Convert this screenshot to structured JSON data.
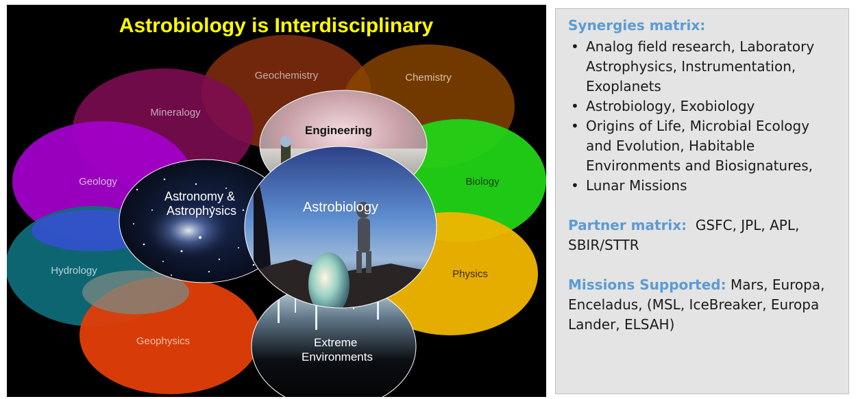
{
  "diagram": {
    "title": "Astrobiology is Interdisciplinary",
    "disciplines": [
      {
        "key": "geochemistry",
        "label": "Geochemistry"
      },
      {
        "key": "chemistry",
        "label": "Chemistry"
      },
      {
        "key": "mineralogy",
        "label": "Mineralogy"
      },
      {
        "key": "engineering",
        "label": "Engineering"
      },
      {
        "key": "geology",
        "label": "Geology"
      },
      {
        "key": "biology",
        "label": "Biology"
      },
      {
        "key": "astronomy",
        "label": "Astronomy & Astrophysics"
      },
      {
        "key": "astrobiology",
        "label": "Astrobiology"
      },
      {
        "key": "hydrology",
        "label": "Hydrology"
      },
      {
        "key": "physics",
        "label": "Physics"
      },
      {
        "key": "geophysics",
        "label": "Geophysics"
      },
      {
        "key": "extreme",
        "label": "Extreme Environments"
      }
    ],
    "colors": {
      "title": "#ffff00",
      "background": "#000000",
      "geochemistry": "#7a2a0c",
      "chemistry": "#8a4500",
      "mineralogy": "#7d0d52",
      "geology": "#a100c8",
      "biology": "#22d317",
      "hydrology": "#0f6e7c",
      "physics": "#f0b600",
      "geophysics": "#e13e08"
    }
  },
  "panel": {
    "synergies_heading": "Synergies matrix:",
    "synergies_items": [
      "Analog field research, Laboratory Astrophysics, Instrumentation, Exoplanets",
      "Astrobiology, Exobiology",
      "Origins of Life, Microbial Ecology and Evolution, Habitable Environments and Biosignatures,",
      "Lunar Missions"
    ],
    "partner_heading": "Partner matrix:",
    "partner_text": "GSFC, JPL, APL, SBIR/STTR",
    "missions_heading": "Missions Supported:",
    "missions_text": "Mars, Europa, Enceladus, (MSL, IceBreaker, Europa Lander, ELSAH)",
    "heading_color": "#5b9bd5"
  }
}
